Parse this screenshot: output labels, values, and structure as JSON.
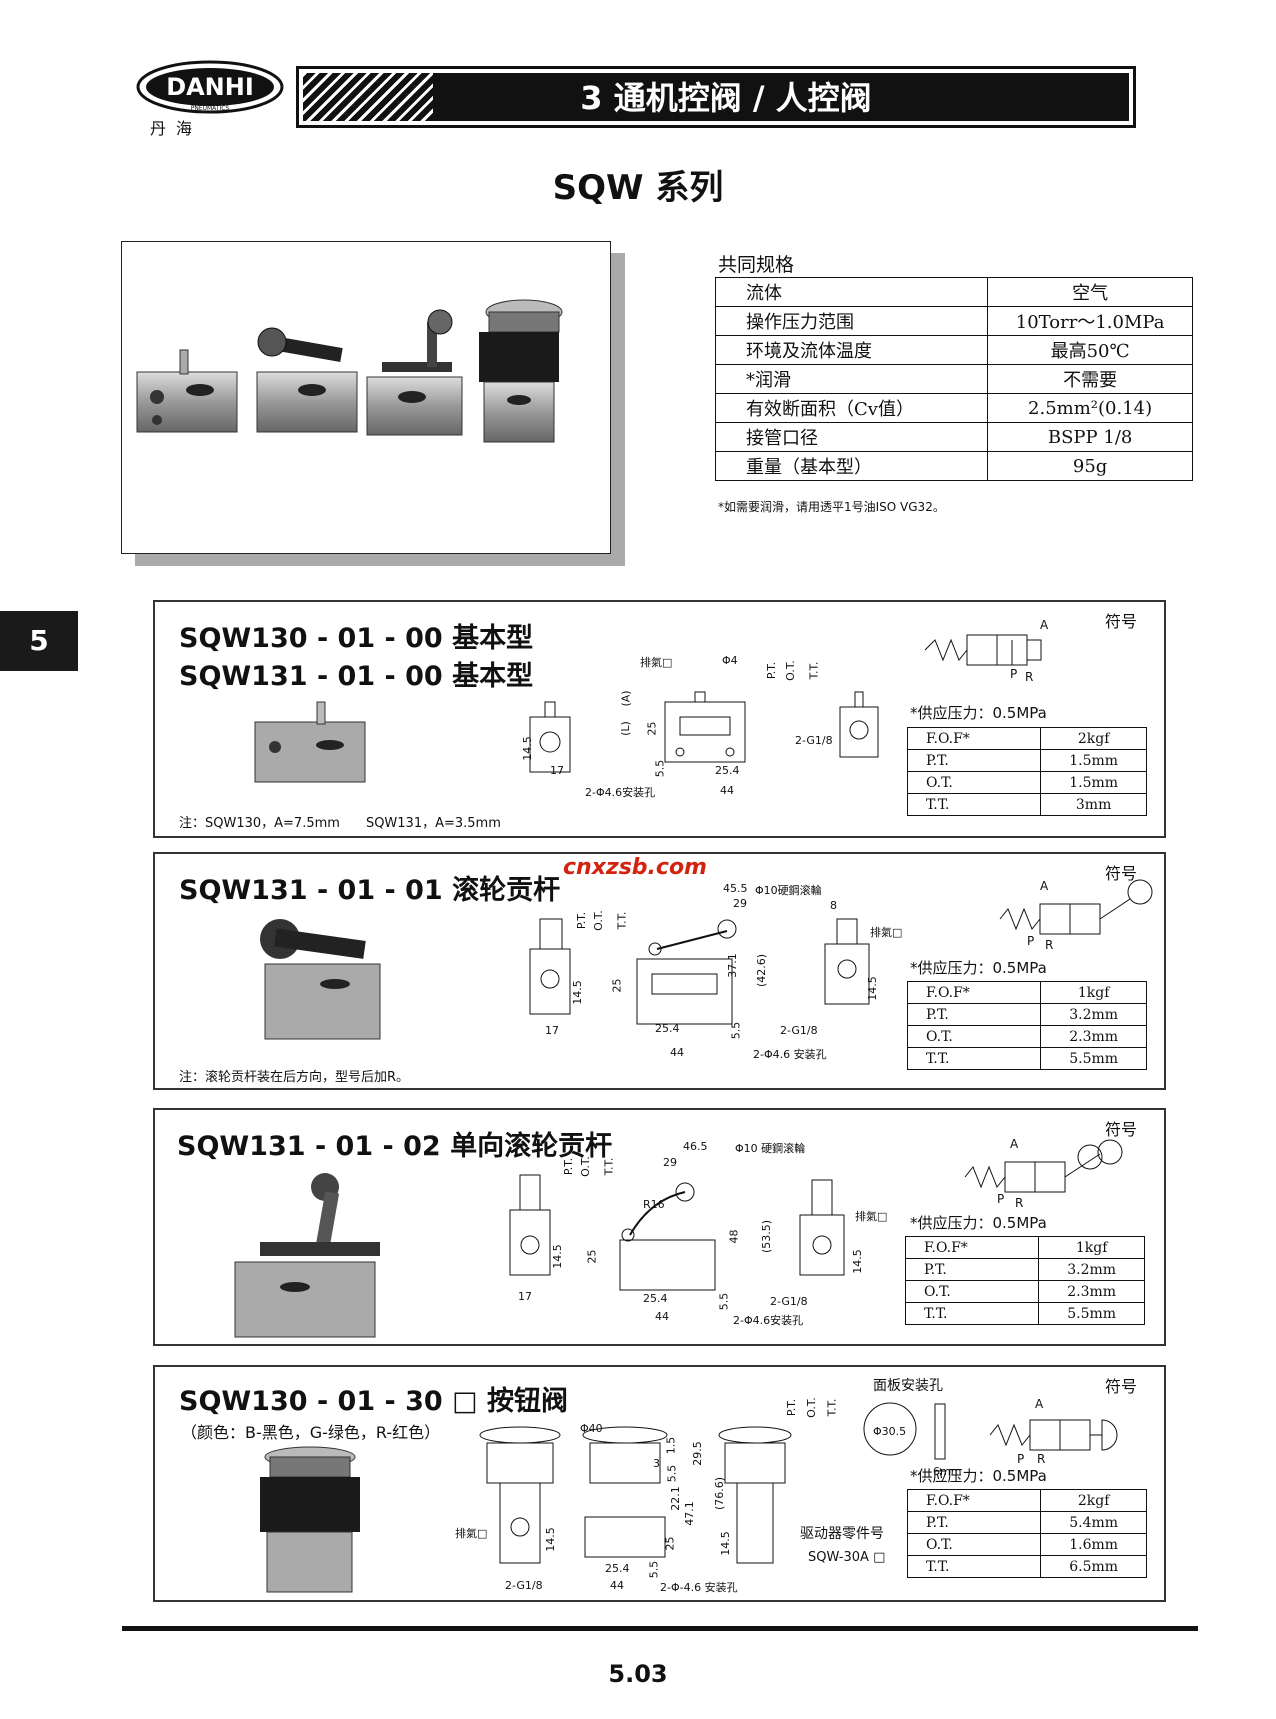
{
  "header": {
    "logo_text": "DANHI",
    "logo_sub_en": "PNEUMATICS",
    "logo_sub_cn": "丹海",
    "banner_title": "3 通机控阀 / 人控阀",
    "series_title": "SQW 系列"
  },
  "spec": {
    "title": "共同规格",
    "rows": [
      {
        "label": "流体",
        "value": "空气"
      },
      {
        "label": "操作压力范围",
        "value": "10Torr～1.0MPa"
      },
      {
        "label": "环境及流体温度",
        "value": "最高50℃"
      },
      {
        "label": "*润滑",
        "value": "不需要"
      },
      {
        "label": "有效断面积（Cv值）",
        "value": "2.5mm²(0.14)"
      },
      {
        "label": "接管口径",
        "value": "BSPP 1/8"
      },
      {
        "label": "重量（基本型）",
        "value": "95g"
      }
    ],
    "note": "*如需要润滑，请用透平1号油ISO VG32。"
  },
  "side_tab": "5",
  "watermark": "cnxzsb.com",
  "common": {
    "symbol_label": "符号",
    "pressure_label": "*供应压力：0.5MPa",
    "port_a": "A",
    "port_p": "P",
    "port_r": "R"
  },
  "panels": [
    {
      "models": [
        "SQW130 - 01 - 00 基本型",
        "SQW131 - 01 - 00 基本型"
      ],
      "note": "注：SQW130，A=7.5mm　　SQW131，A=3.5mm",
      "perf": [
        [
          "F.O.F*",
          "2kgf"
        ],
        [
          "P.T.",
          "1.5mm"
        ],
        [
          "O.T.",
          "1.5mm"
        ],
        [
          "T.T.",
          "3mm"
        ]
      ],
      "dims": {
        "exhaust": "排氣□",
        "phi4": "Φ4",
        "pt": "P.T.",
        "ot": "O.T.",
        "tt": "T.T.",
        "a": "(A)",
        "l": "(L)",
        "d25": "25",
        "d14_5": "14.5",
        "d17": "17",
        "d5_5": "5.5",
        "d25_4": "25.4",
        "d44": "44",
        "g18": "2-G1/8",
        "holes": "2-Φ4.6安装孔"
      }
    },
    {
      "models": [
        "SQW131 - 01 - 01 滚轮贡杆"
      ],
      "note": "注：滚轮贡杆装在后方向，型号后加R。",
      "perf": [
        [
          "F.O.F*",
          "1kgf"
        ],
        [
          "P.T.",
          "3.2mm"
        ],
        [
          "O.T.",
          "2.3mm"
        ],
        [
          "T.T.",
          "5.5mm"
        ]
      ],
      "dims": {
        "d45_5": "45.5",
        "d29": "29",
        "roller": "Φ10硬鋼滚輪",
        "d8": "8",
        "exhaust": "排氣□",
        "d37_1": "37.1",
        "d42_6": "(42.6)",
        "d25": "25",
        "d14_5": "14.5",
        "d17": "17",
        "d25_4": "25.4",
        "d44": "44",
        "d5_5": "5.5",
        "g18": "2-G1/8",
        "holes": "2-Φ4.6 安装孔",
        "pt": "P.T.",
        "ot": "O.T.",
        "tt": "T.T."
      }
    },
    {
      "models": [
        "SQW131 - 01 - 02 单向滚轮贡杆"
      ],
      "note": "",
      "perf": [
        [
          "F.O.F*",
          "1kgf"
        ],
        [
          "P.T.",
          "3.2mm"
        ],
        [
          "O.T.",
          "2.3mm"
        ],
        [
          "T.T.",
          "5.5mm"
        ]
      ],
      "dims": {
        "d46_5": "46.5",
        "d29": "29",
        "roller": "Φ10 硬鋼滚輪",
        "r16": "R16",
        "exhaust": "排氣□",
        "d48": "48",
        "d53_5": "(53.5)",
        "d25": "25",
        "d14_5": "14.5",
        "d17": "17",
        "d25_4": "25.4",
        "d44": "44",
        "d5_5": "5.5",
        "g18": "2-G1/8",
        "holes": "2-Φ4.6安装孔",
        "pt": "P.T.",
        "ot": "O.T.",
        "tt": "T.T."
      }
    },
    {
      "models": [
        "SQW130 - 01 - 30 □ 按钮阀"
      ],
      "colors": "（颜色：B-黑色，G-绿色，R-红色）",
      "panel_hole": "面板安装孔",
      "d30_5": "Φ30.5",
      "d6": "6mm",
      "actuator_label": "驱动器零件号",
      "actuator_part": "SQW-30A □",
      "perf": [
        [
          "F.O.F*",
          "2kgf"
        ],
        [
          "P.T.",
          "5.4mm"
        ],
        [
          "O.T.",
          "1.6mm"
        ],
        [
          "T.T.",
          "6.5mm"
        ]
      ],
      "dims": {
        "phi40": "Φ40",
        "exhaust": "排氣□",
        "d1_5": "1.5",
        "d3": "3",
        "d5_5a": "5.5",
        "d29_5": "29.5",
        "d22_1": "22.1",
        "d47_1": "47.1",
        "d76_6": "(76.6)",
        "d25": "25",
        "d14_5": "14.5",
        "d25_4": "25.4",
        "d44": "44",
        "d5_5": "5.5",
        "g18": "2-G1/8",
        "holes": "2-Φ-4.6 安装孔",
        "pt": "P.T.",
        "ot": "O.T.",
        "tt": "T.T."
      }
    }
  ],
  "page_number": "5.03"
}
